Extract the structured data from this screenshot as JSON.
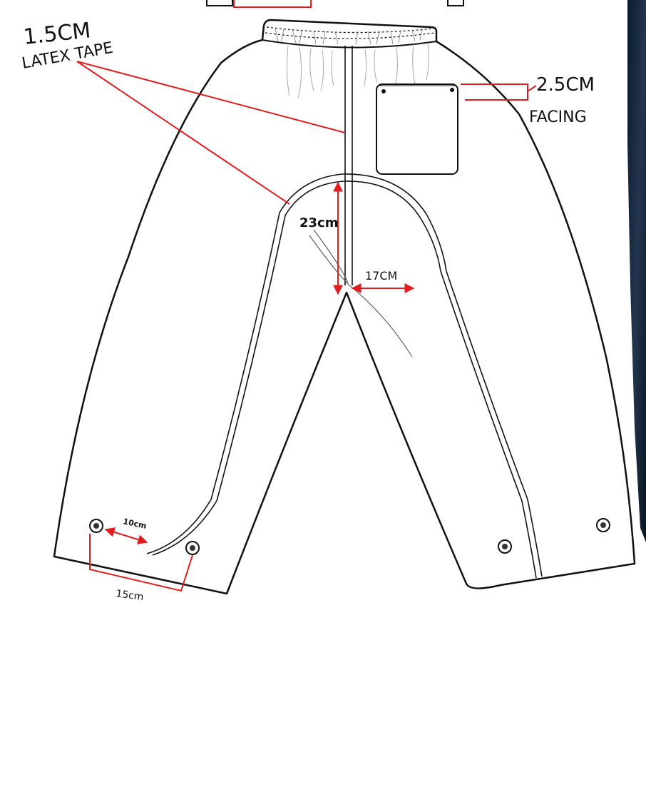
{
  "annotations": {
    "tape_label_line1": "1.5CM",
    "tape_label_line2": "LATEX TAPE",
    "facing_value": "2.5CM",
    "facing_label": "FACING",
    "crotch_height": "23cm",
    "crotch_width": "17CM",
    "hem_snap_spacing": "10cm",
    "hem_snap_width": "15cm"
  },
  "colors": {
    "line": "#111111",
    "annotation": "#e01e1e",
    "backdrop_dark": "#0b1a2e"
  }
}
